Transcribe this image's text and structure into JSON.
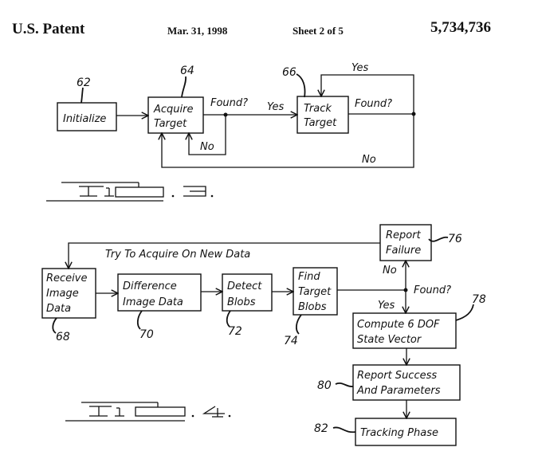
{
  "header": {
    "title": "U.S. Patent",
    "date": "Mar. 31, 1998",
    "sheet": "Sheet 2 of 5",
    "patent_number": "5,734,736"
  },
  "fig3": {
    "caption_number": "3",
    "boxes": {
      "initialize": {
        "ref": "62",
        "lines": [
          "Initialize"
        ]
      },
      "acquire": {
        "ref": "64",
        "lines": [
          "Acquire",
          "Target"
        ]
      },
      "track": {
        "ref": "66",
        "lines": [
          "Track",
          "Target"
        ]
      }
    },
    "labels": {
      "found1": "Found?",
      "yes1": "Yes",
      "no1": "No",
      "found2": "Found?",
      "yes2": "Yes",
      "no2": "No"
    }
  },
  "fig4": {
    "caption_number": "4",
    "boxes": {
      "receive": {
        "ref": "68",
        "lines": [
          "Receive",
          "Image",
          "Data"
        ]
      },
      "difference": {
        "ref": "70",
        "lines": [
          "Difference",
          "Image Data"
        ]
      },
      "detect": {
        "ref": "72",
        "lines": [
          "Detect",
          "Blobs"
        ]
      },
      "find": {
        "ref": "74",
        "lines": [
          "Find",
          "Target",
          "Blobs"
        ]
      },
      "failure": {
        "ref": "76",
        "lines": [
          "Report",
          "Failure"
        ]
      },
      "compute": {
        "ref": "78",
        "lines": [
          "Compute 6 DOF",
          "State Vector"
        ]
      },
      "success": {
        "ref": "80",
        "lines": [
          "Report Success",
          "And Parameters"
        ]
      },
      "tracking": {
        "ref": "82",
        "lines": [
          "Tracking Phase"
        ]
      }
    },
    "labels": {
      "retry": "Try To Acquire On New Data",
      "found": "Found?",
      "yes": "Yes",
      "no": "No"
    }
  }
}
